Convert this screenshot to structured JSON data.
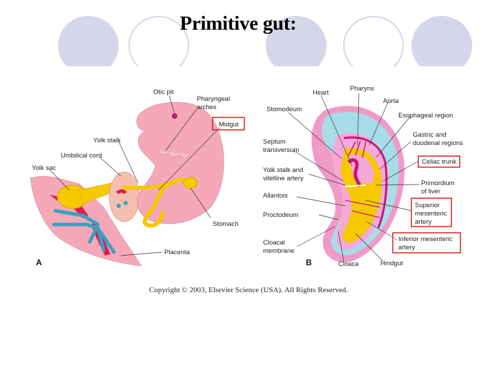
{
  "slide": {
    "title": "Primitive gut:",
    "copyright": "Copyright © 2003, Elsevier Science (USA). All Rights Reserved.",
    "decoration_color": "#d6d6ea"
  },
  "figure": {
    "panel_a": {
      "letter": "A",
      "labels": {
        "otic_pit": "Otic pit",
        "pharyngeal_arches_1": "Pharyngeal",
        "pharyngeal_arches_2": "arches",
        "midgut": "Midgut",
        "yolk_stalk": "Yolk stalk",
        "umbilical_cord": "Umbilical cord",
        "yolk_sac": "Yolk sac",
        "stomach": "Stomach",
        "placenta": "Placenta"
      },
      "highlighted": [
        "Midgut"
      ]
    },
    "panel_b": {
      "letter": "B",
      "labels": {
        "pharynx": "Pharynx",
        "heart": "Heart",
        "aorta": "Aorta",
        "stomodeum": "Stomodeum",
        "esophageal_region": "Esophageal region",
        "gastric_1": "Gastric and",
        "gastric_2": "duodenal regions",
        "septum_1": "Septum",
        "septum_2": "transversum",
        "celiac_trunk": "Celiac trunk",
        "yolk_stalk_1": "Yolk stalk and",
        "yolk_stalk_2": "vitelline artery",
        "primordium_1": "Primordium",
        "primordium_2": "of liver",
        "allantois": "Allantois",
        "sma_1": "Superior",
        "sma_2": "mesenteric",
        "sma_3": "artery",
        "proctodeum": "Proctodeum",
        "ima_1": "Inferior mesenteric",
        "ima_2": "artery",
        "cloacal_1": "Cloacal",
        "cloacal_2": "membrane",
        "cloaca": "Cloaca",
        "hindgut": "Hindgut"
      },
      "highlighted": [
        "Celiac trunk",
        "Superior mesenteric artery",
        "Inferior mesenteric artery"
      ]
    },
    "colors": {
      "embryo_pink": "#f5a9b8",
      "gut_yellow": "#f5c800",
      "amnion_blue": "#a8dce8",
      "vessel_magenta": "#c2187a",
      "artery_red": "#e8174a",
      "vein_blue": "#3a9fc0",
      "highlight_box": "#d81e1e"
    }
  }
}
